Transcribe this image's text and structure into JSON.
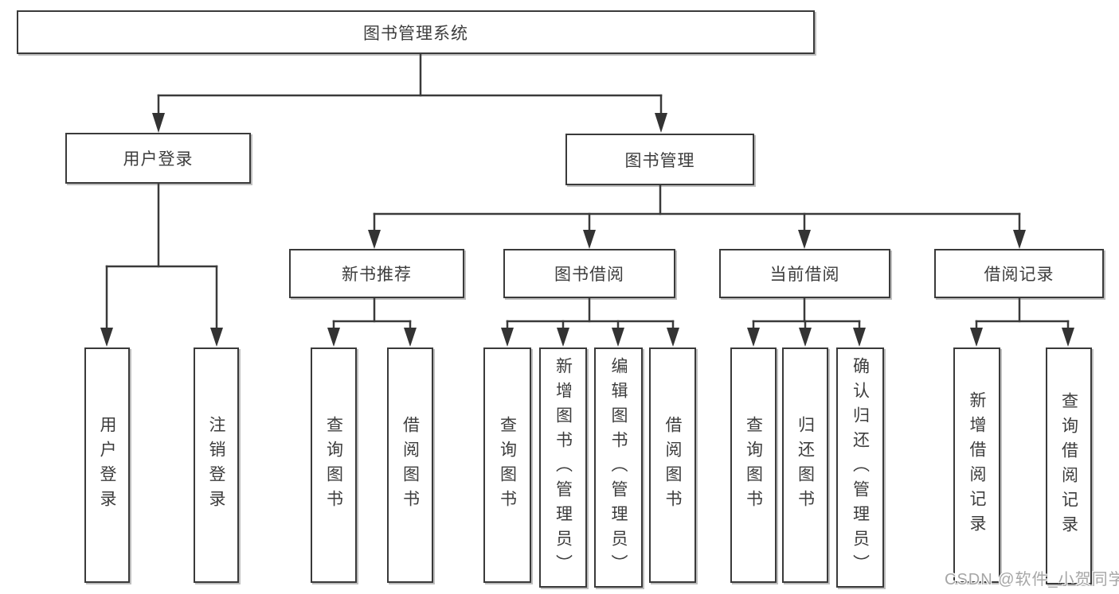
{
  "root": {
    "label": "图书管理系统"
  },
  "level2": [
    {
      "label": "用户登录"
    },
    {
      "label": "图书管理"
    }
  ],
  "level3": [
    {
      "label": "新书推荐"
    },
    {
      "label": "图书借阅"
    },
    {
      "label": "当前借阅"
    },
    {
      "label": "借阅记录"
    }
  ],
  "groups": {
    "user_login": {
      "children": [
        {
          "label": "用户登录"
        },
        {
          "label": "注销登录"
        }
      ]
    },
    "new_book": {
      "children": [
        {
          "label": "查询图书"
        },
        {
          "label": "借阅图书"
        }
      ]
    },
    "book_borrow": {
      "children": [
        {
          "label": "查询图书"
        },
        {
          "label": "新增图书（管理员）"
        },
        {
          "label": "编辑图书（管理员）"
        },
        {
          "label": "借阅图书"
        }
      ]
    },
    "current_borrow": {
      "children": [
        {
          "label": "查询图书"
        },
        {
          "label": "归还图书"
        },
        {
          "label": "确认归还（管理员）"
        }
      ]
    },
    "borrow_records": {
      "children": [
        {
          "label": "新增借阅记录"
        },
        {
          "label": "查询借阅记录"
        }
      ]
    }
  },
  "watermark": {
    "text": "CSDN @软件_小贺同学"
  },
  "colors": {
    "line": "#3a3a3a",
    "box_border": "#3a3a3a",
    "box_fill": "#ffffff",
    "text": "#3d3d3d",
    "watermark": "#a6a6a6",
    "background": "#ffffff"
  }
}
